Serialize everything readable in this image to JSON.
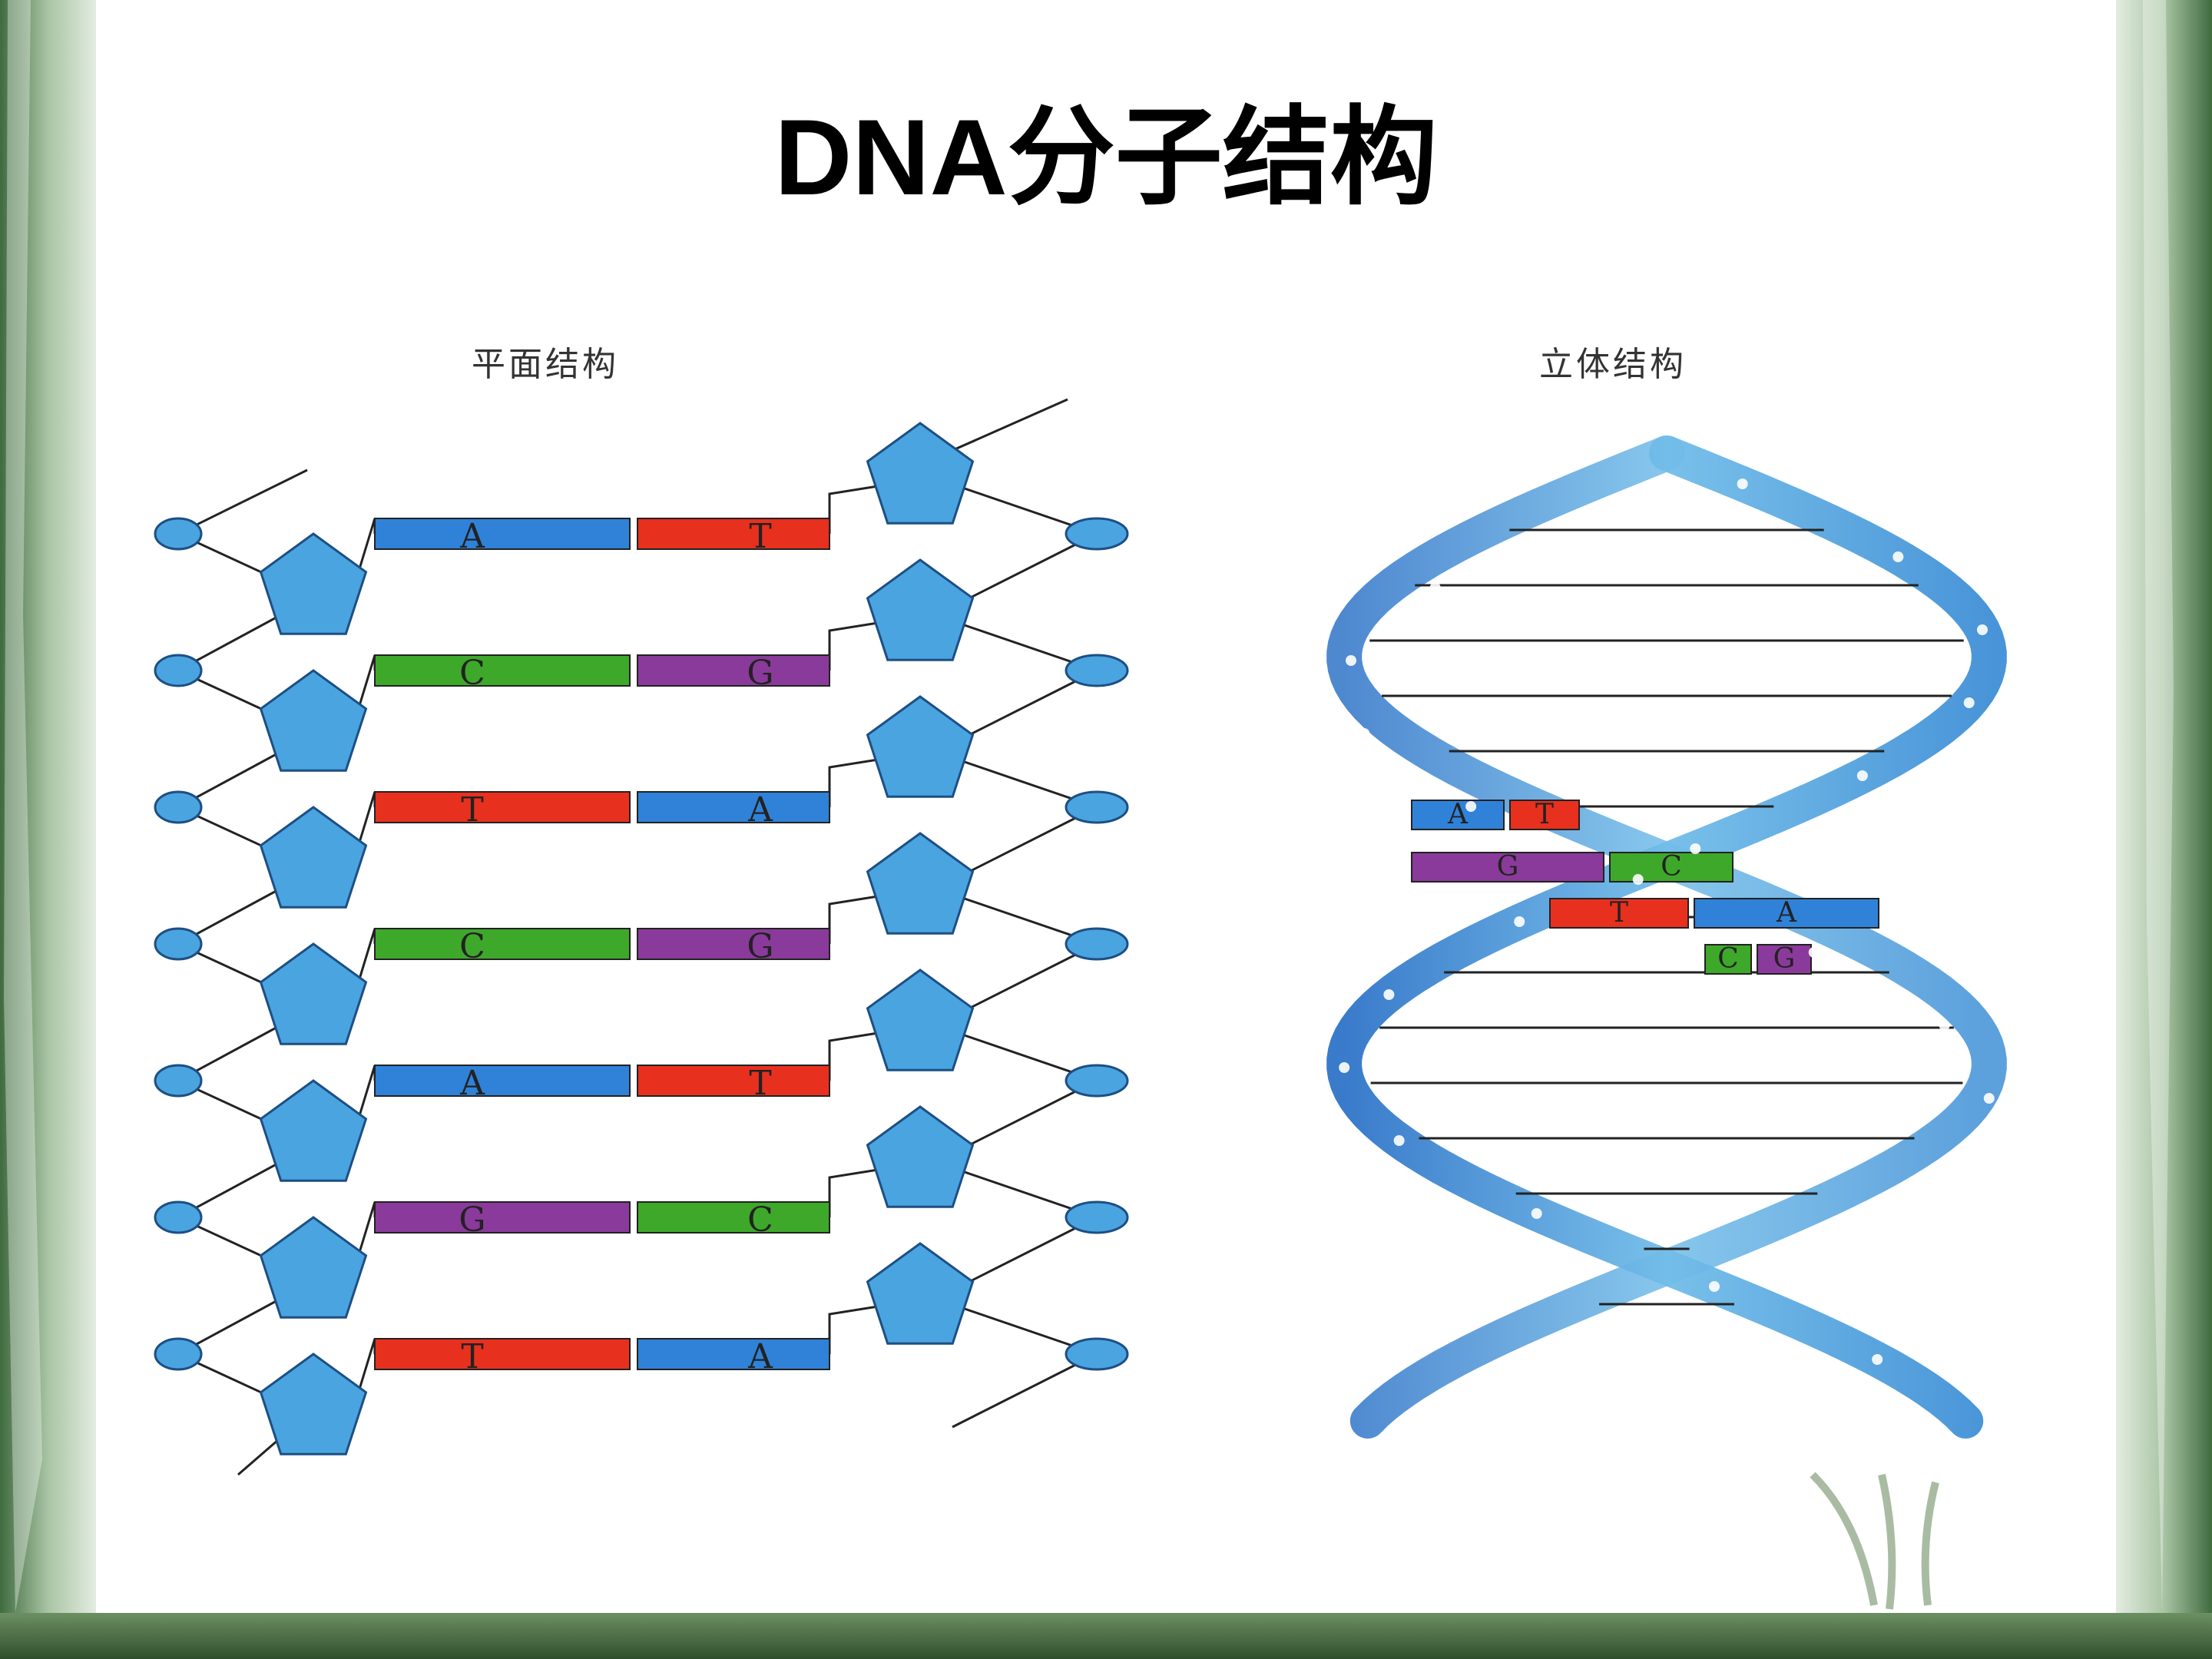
{
  "slide": {
    "title": "DNA分子结构"
  },
  "panels": {
    "flat": {
      "caption": "平面结构",
      "pairs": [
        {
          "left": "A",
          "right": "T"
        },
        {
          "left": "C",
          "right": "G"
        },
        {
          "left": "T",
          "right": "A"
        },
        {
          "left": "C",
          "right": "G"
        },
        {
          "left": "A",
          "right": "T"
        },
        {
          "left": "G",
          "right": "C"
        },
        {
          "left": "T",
          "right": "A"
        }
      ]
    },
    "helix": {
      "caption": "立体结构",
      "pairs": [
        {
          "left": "A",
          "right": "T"
        },
        {
          "left": "G",
          "right": "C"
        },
        {
          "left": "T",
          "right": "A"
        },
        {
          "left": "C",
          "right": "G"
        }
      ]
    }
  },
  "colors": {
    "A": "#2f82d8",
    "T": "#e8301e",
    "C": "#3ea82a",
    "G": "#8a3a9a",
    "backbone": "#4aa4e0",
    "ribbon": "#3f8fd6",
    "ribbon_light": "#8fd0f0",
    "background_texture": "#4c7a4a",
    "background_light": "#dfe8dc"
  }
}
